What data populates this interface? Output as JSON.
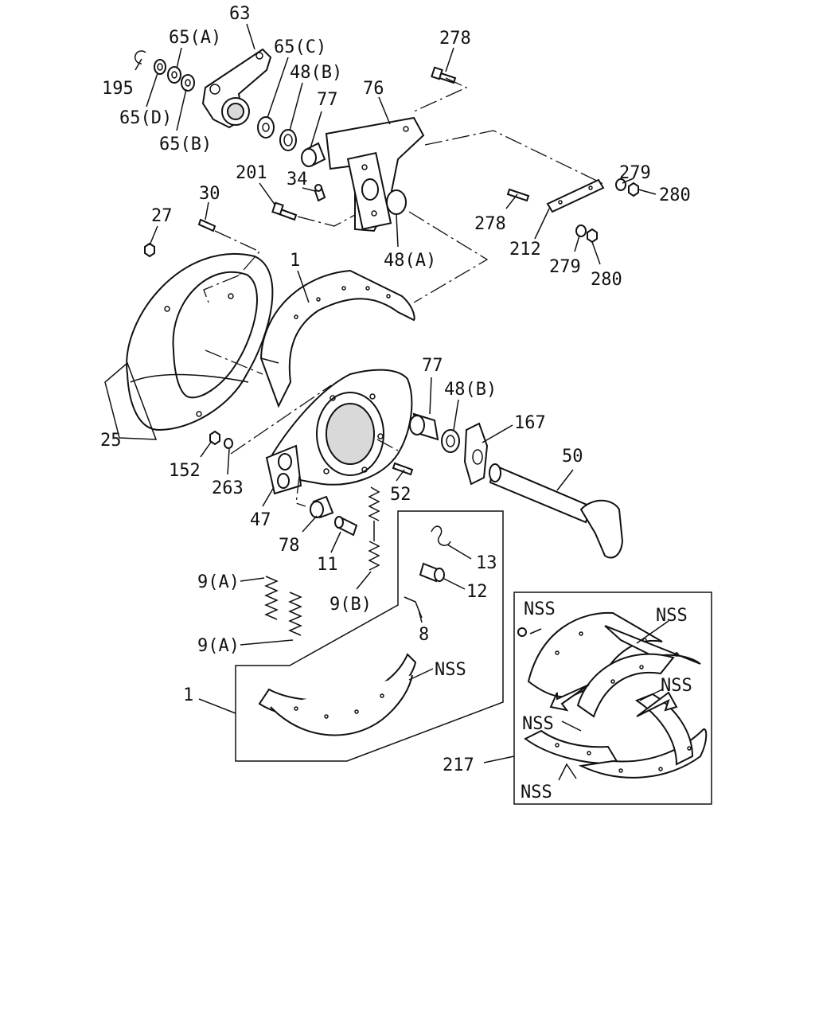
{
  "labels": [
    "63",
    "65(A)",
    "65(C)",
    "195",
    "65(D)",
    "65(B)",
    "48(B)",
    "77",
    "76",
    "278",
    "201",
    "34",
    "30",
    "27",
    "279",
    "280",
    "278",
    "212",
    "48(A)",
    "279",
    "280",
    "1",
    "25",
    "152",
    "263",
    "77",
    "48(B)",
    "167",
    "50",
    "52",
    "47",
    "78",
    "11",
    "13",
    "12",
    "9(A)",
    "9(B)",
    "8",
    "9(A)",
    "NSS",
    "1",
    "NSS",
    "NSS",
    "NSS",
    "NSS",
    "NSS",
    "217"
  ]
}
